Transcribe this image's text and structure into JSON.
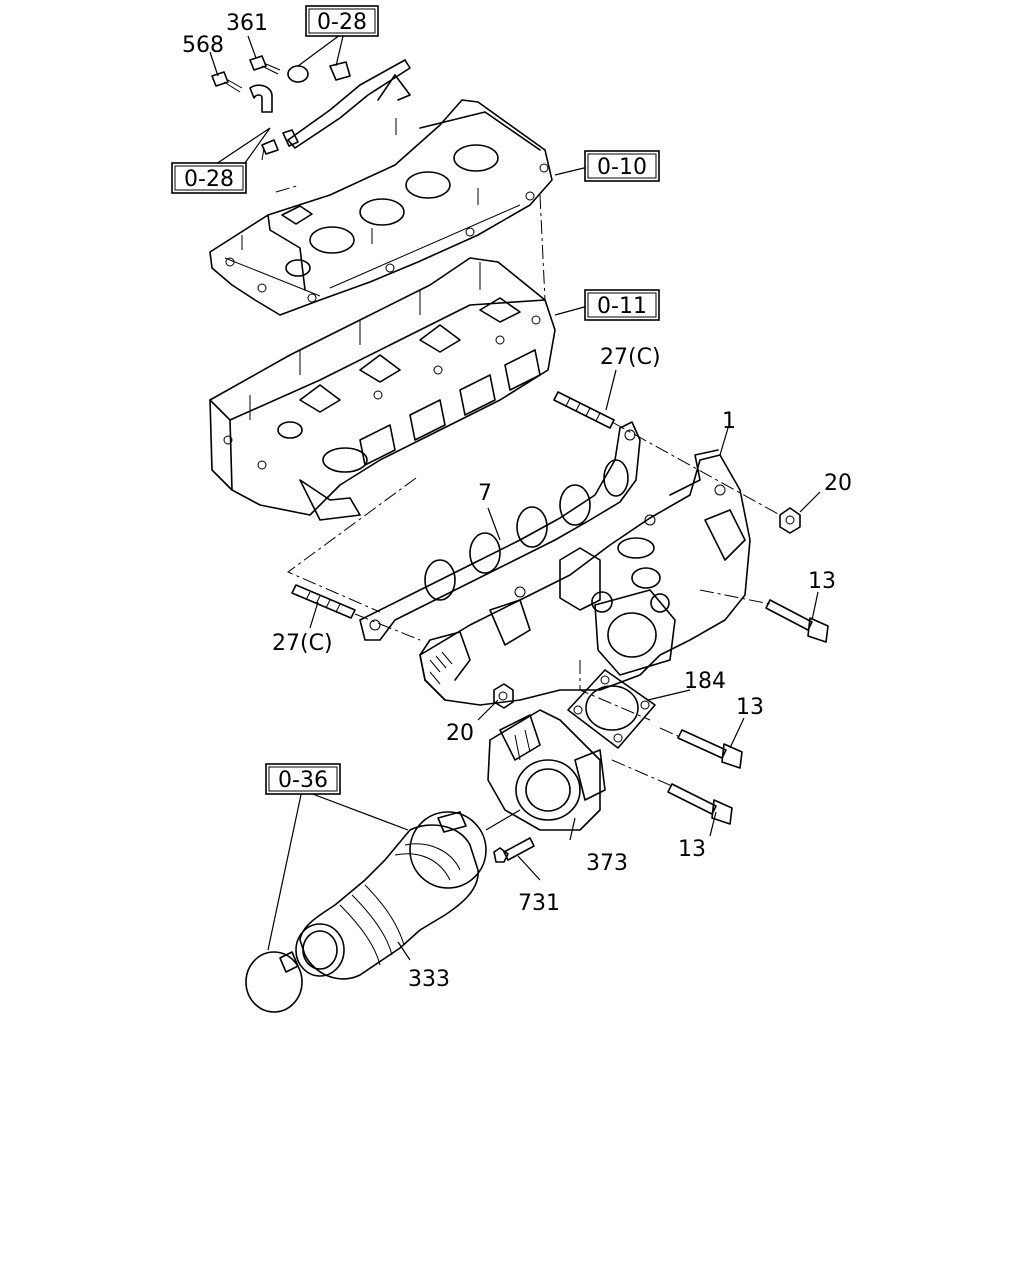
{
  "callouts": {
    "c568": "568",
    "c361": "361",
    "c1": "1",
    "c20a": "20",
    "c20b": "20",
    "c7": "7",
    "c13a": "13",
    "c13b": "13",
    "c13c": "13",
    "c27a": "27(C)",
    "c27b": "27(C)",
    "c184": "184",
    "c373": "373",
    "c731": "731",
    "c333": "333"
  },
  "refs": {
    "r028a": "0-28",
    "r028b": "0-28",
    "r010": "0-10",
    "r011": "0-11",
    "r036": "0-36"
  }
}
